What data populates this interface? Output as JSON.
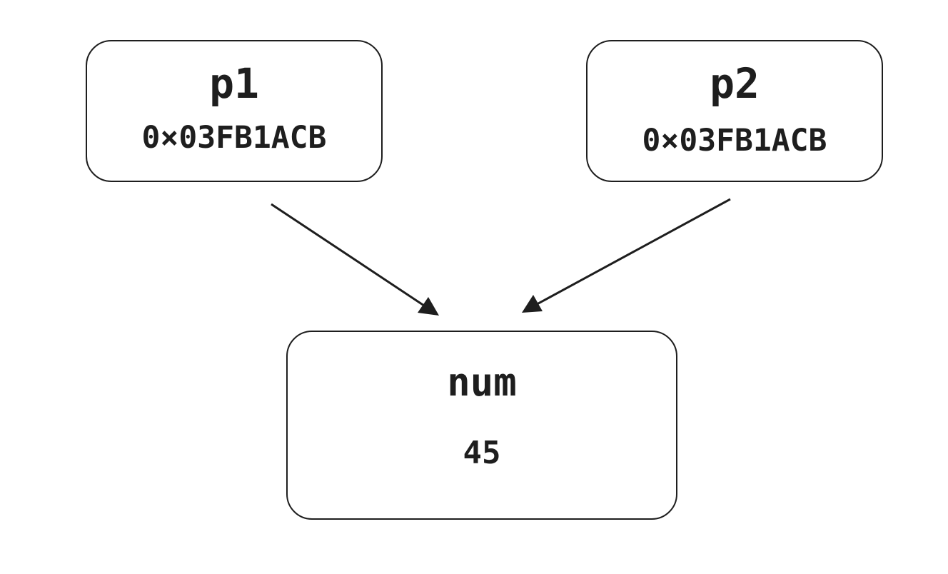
{
  "nodes": {
    "p1": {
      "name": "p1",
      "value": "0×03FB1ACB"
    },
    "p2": {
      "name": "p2",
      "value": "0×03FB1ACB"
    },
    "num": {
      "name": "num",
      "value": "45"
    }
  },
  "edges": [
    {
      "from": "p1",
      "to": "num"
    },
    {
      "from": "p2",
      "to": "num"
    }
  ],
  "colors": {
    "stroke": "#1e1e1e",
    "background": "#ffffff"
  }
}
